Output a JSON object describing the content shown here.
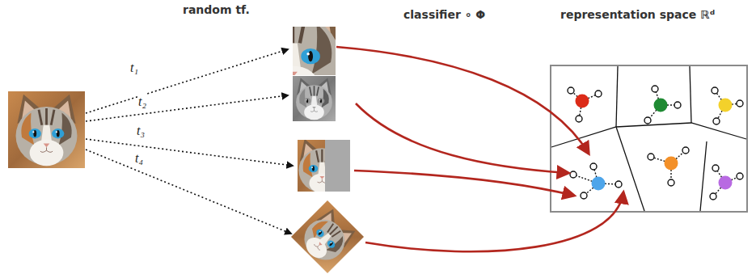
{
  "diagram": {
    "labels": [
      "random tf.",
      "classifier ∘ Φ",
      "representation space ℝᵈ",
      "t₁",
      "t₂",
      "t₃",
      "t₄"
    ]
  }
}
